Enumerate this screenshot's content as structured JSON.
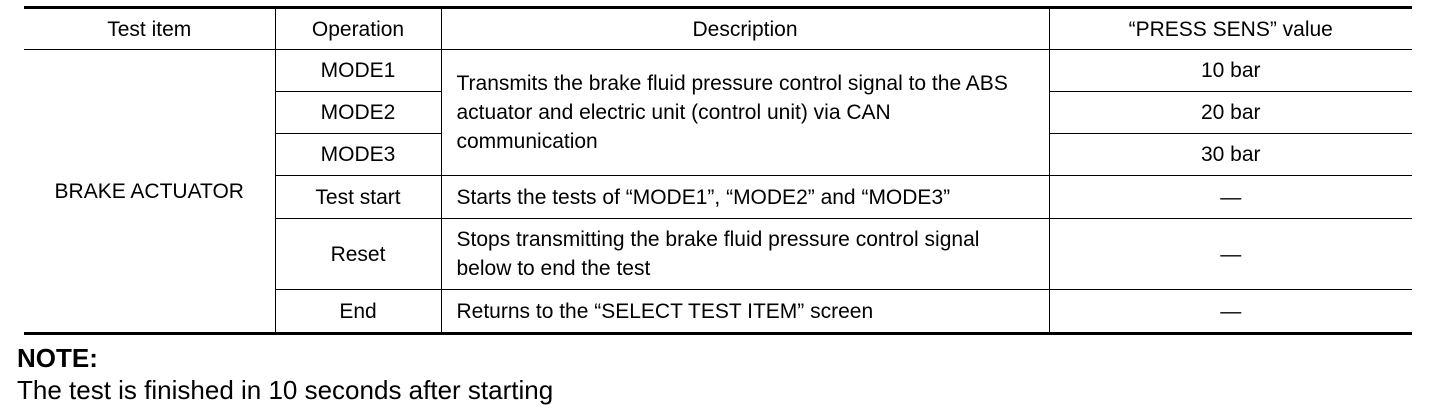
{
  "table": {
    "headers": {
      "test_item": "Test item",
      "operation": "Operation",
      "description": "Description",
      "press_sens": "“PRESS SENS” value"
    },
    "test_item": "BRAKE ACTUATOR",
    "mode_description": "Transmits the brake fluid pressure control signal to the ABS actuator and electric unit (control unit) via CAN communication",
    "rows": [
      {
        "operation": "MODE1",
        "value": "10 bar"
      },
      {
        "operation": "MODE2",
        "value": "20 bar"
      },
      {
        "operation": "MODE3",
        "value": "30 bar"
      },
      {
        "operation": "Test start",
        "description": "Starts the tests of “MODE1”, “MODE2” and “MODE3”",
        "value": "—"
      },
      {
        "operation": "Reset",
        "description": "Stops transmitting the brake fluid pressure control signal below to end the test",
        "value": "—"
      },
      {
        "operation": "End",
        "description": "Returns to the “SELECT TEST ITEM” screen",
        "value": "—"
      }
    ]
  },
  "note": {
    "title": "NOTE:",
    "text": "The test is finished in 10 seconds after starting"
  }
}
